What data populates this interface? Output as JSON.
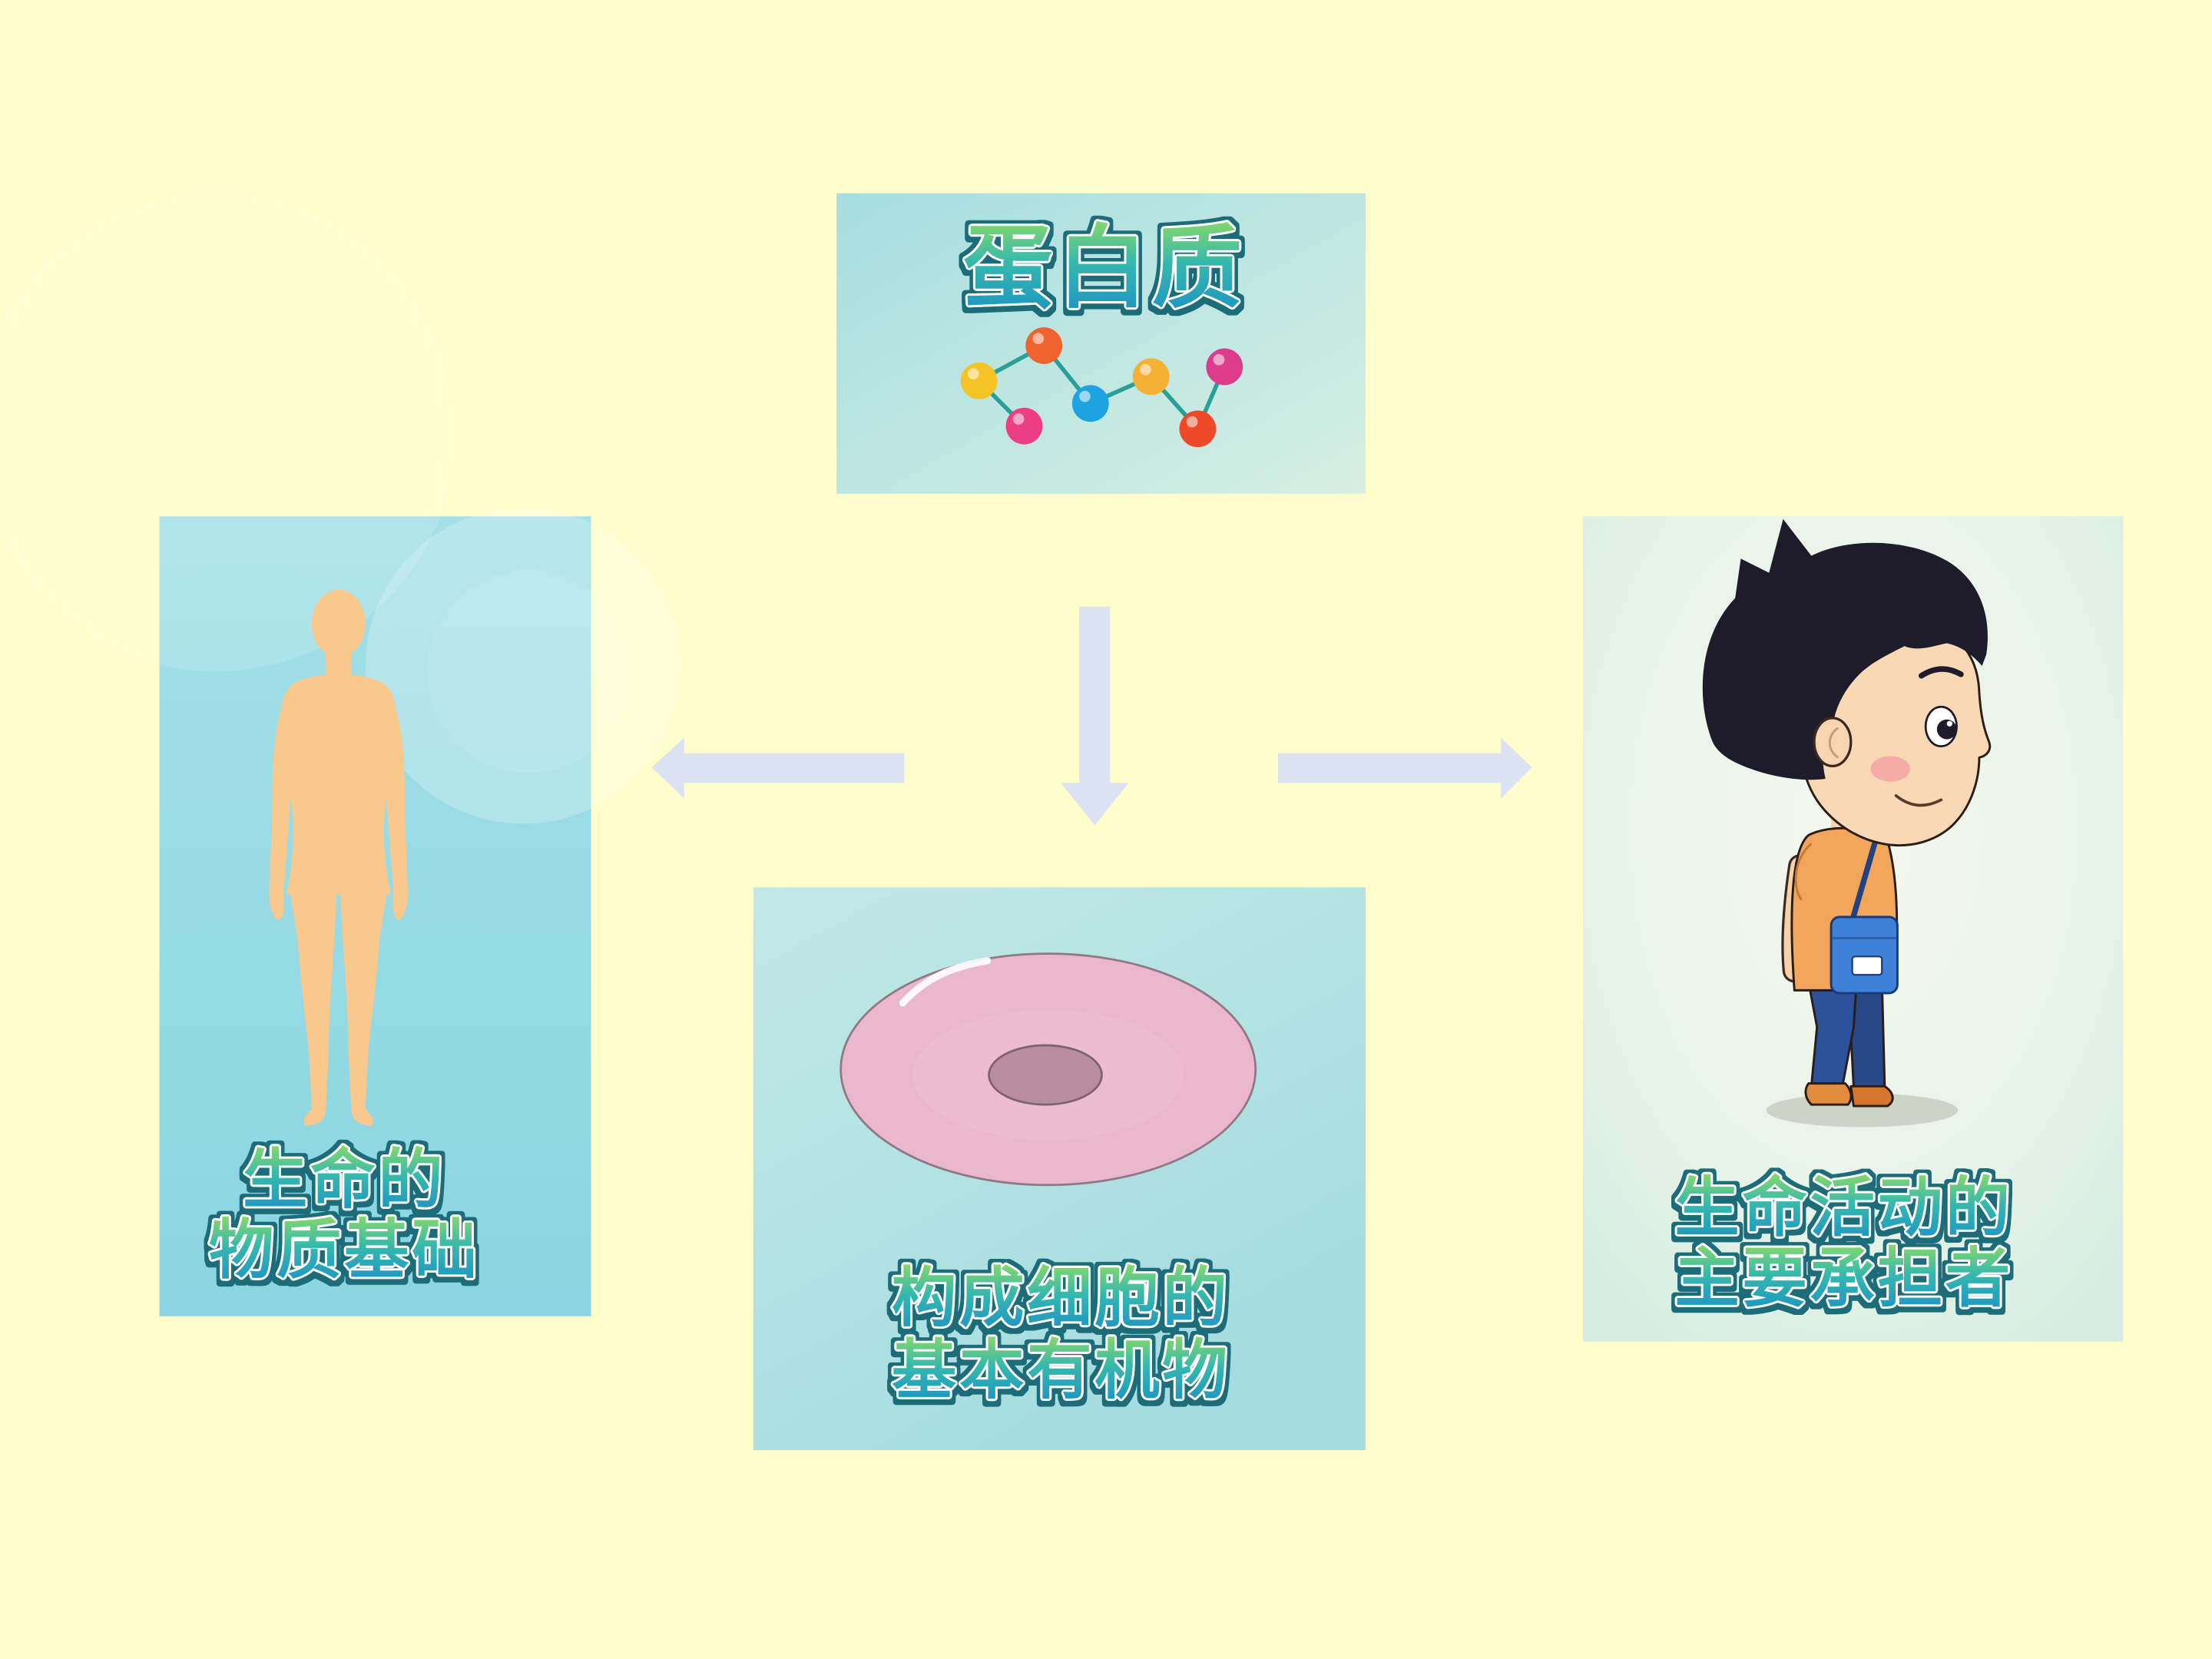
{
  "colors": {
    "page_background": "#FFFDCB",
    "arrow": "#DBE3F3",
    "caption_gradient": [
      "#8FDC63",
      "#35B8AE",
      "#1C8FC7"
    ]
  },
  "panels": {
    "protein": {
      "title": "蛋白质",
      "icon": "molecule-chain-icon",
      "atom_colors": [
        "#F6C326",
        "#F0632E",
        "#EC3E84",
        "#1FA3E0",
        "#F5B133",
        "#EE4A2A",
        "#DD3C8C"
      ]
    },
    "left": {
      "caption": [
        "生命的",
        "物质基础"
      ],
      "image": "human-body-silhouette"
    },
    "bottom": {
      "caption": [
        "构成细胞的",
        "基本有机物"
      ],
      "image": "cell-illustration"
    },
    "right": {
      "caption": [
        "生命活动的",
        "主要承担者"
      ],
      "image": "cartoon-boy"
    }
  },
  "arrows": {
    "down": "arrow-down-icon",
    "left": "arrow-left-icon",
    "right": "arrow-right-icon"
  }
}
